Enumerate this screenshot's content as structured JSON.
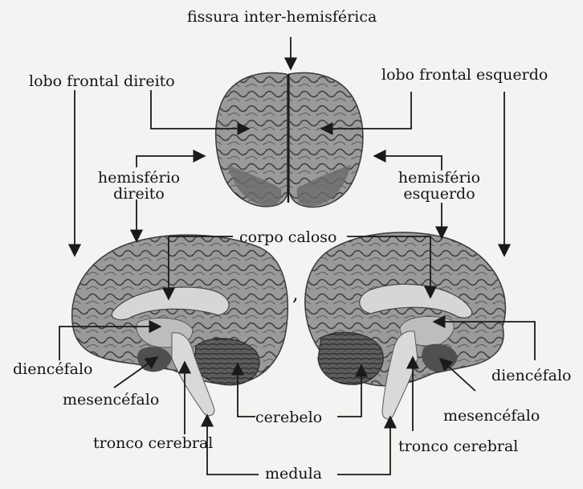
{
  "figure": {
    "labels": {
      "fissure": "fissura inter-hemisférica",
      "right_frontal": "lobo frontal direito",
      "left_frontal": "lobo frontal esquerdo",
      "right_hemisphere_1": "hemisfério",
      "right_hemisphere_2": "direito",
      "left_hemisphere_1": "hemisfério",
      "left_hemisphere_2": "esquerdo",
      "corpus_callosum": "corpo caloso",
      "diencephalon_left": "diencéfalo",
      "diencephalon_right": "diencéfalo",
      "mesencephalon_left": "mesencéfalo",
      "mesencephalon_right": "mesencéfalo",
      "brainstem_left": "tronco cerebral",
      "brainstem_right": "tronco cerebral",
      "cerebellum": "cerebelo",
      "spinal_cord": "medula",
      "separator": ","
    }
  },
  "colors": {
    "background": "#f3f3f1",
    "line": "#1a1a1a",
    "brain_dark": "#4a4a4a",
    "brain_mid": "#8a8a8a",
    "brain_light": "#cfcfcf"
  }
}
